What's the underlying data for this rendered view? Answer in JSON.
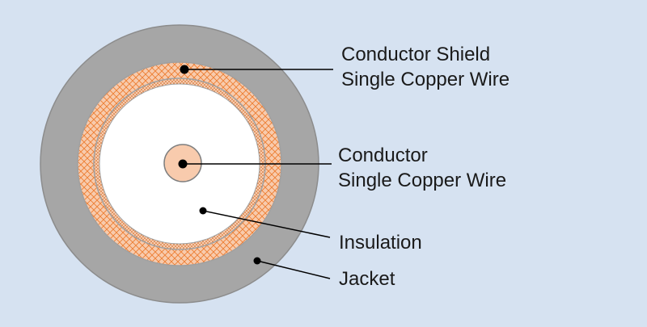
{
  "labels": {
    "shield_line1": "Conductor Shield",
    "shield_line2": "Single Copper Wire",
    "conductor_line1": "Conductor",
    "conductor_line2": "Single Copper Wire",
    "insulation": "Insulation",
    "jacket": "Jacket"
  },
  "colors": {
    "background": "#d6e2f1",
    "jacket": "#a6a6a6",
    "shield_fill": "#f8cbad",
    "shield_pattern": "#ed7d31",
    "insulation": "#ffffff",
    "conductor": "#f8cbad",
    "outline": "#7f7f7f",
    "text": "#1a1a1a",
    "leader": "#000000"
  }
}
